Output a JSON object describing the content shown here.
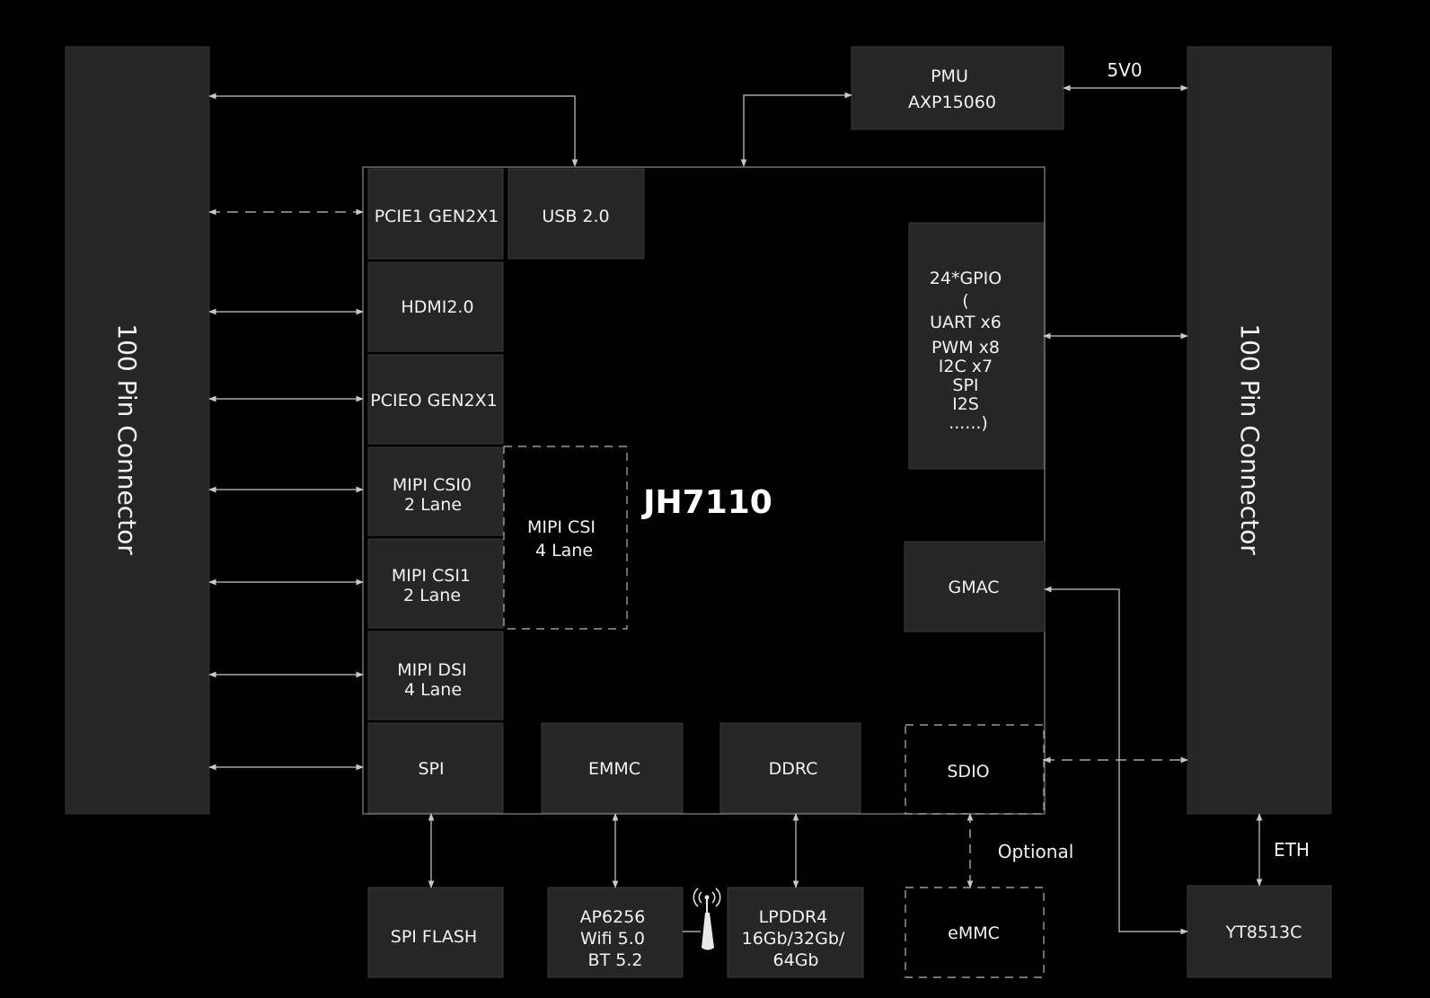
{
  "chip": {
    "name": "JH7110"
  },
  "connectors": {
    "left": "100 Pin Connector",
    "right": "100 Pin Connector"
  },
  "pmu": {
    "lines": [
      "PMU",
      "AXP15060"
    ],
    "supply_label": "5V0"
  },
  "blocks": {
    "pcie1": [
      "PCIE1 GEN2X1"
    ],
    "usb": [
      "USB 2.0"
    ],
    "hdmi": [
      "HDMI2.0"
    ],
    "pcie0": [
      "PCIEO GEN2X1"
    ],
    "csi0": [
      "MIPI CSI0",
      "2 Lane"
    ],
    "csi1": [
      "MIPI CSI1",
      "2 Lane"
    ],
    "csi4": [
      "MIPI CSI",
      "4 Lane"
    ],
    "dsi": [
      "MIPI DSI",
      "4 Lane"
    ],
    "spi": [
      "SPI"
    ],
    "emmc_ctrl": [
      "EMMC"
    ],
    "ddrc": [
      "DDRC"
    ],
    "sdio": [
      "SDIO"
    ],
    "gmac": [
      "GMAC"
    ],
    "gpio": [
      "24*GPIO",
      "(",
      "UART x6",
      "PWM x8",
      "I2C x7",
      "SPI",
      "I2S",
      "......)"
    ]
  },
  "external": {
    "spi_flash": [
      "SPI FLASH"
    ],
    "wifi": [
      "AP6256",
      "Wifi 5.0",
      "BT 5.2"
    ],
    "lpddr": [
      "LPDDR4",
      "16Gb/32Gb/",
      "64Gb"
    ],
    "emmc_opt": [
      "eMMC"
    ],
    "phy": [
      "YT8513C"
    ]
  },
  "labels": {
    "optional": "Optional",
    "eth": "ETH"
  },
  "colors": {
    "background": "#000000",
    "block_fill": "#262626",
    "block_stroke": "#3a3a3a",
    "line": "#c8c8c8",
    "text": "#f2f2f2"
  },
  "icons": {
    "antenna": "wifi-antenna-icon"
  }
}
